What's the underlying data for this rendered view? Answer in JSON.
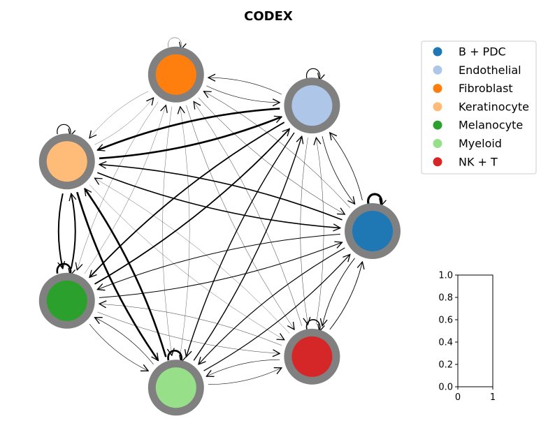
{
  "title": "CODEX",
  "nodes": [
    {
      "id": "b_pdc",
      "label": "B + PDC",
      "color": "#1f77b4"
    },
    {
      "id": "endothelial",
      "label": "Endothelial",
      "color": "#aec7e8"
    },
    {
      "id": "fibroblast",
      "label": "Fibroblast",
      "color": "#ff7f0e"
    },
    {
      "id": "keratinocyte",
      "label": "Keratinocyte",
      "color": "#ffbb78"
    },
    {
      "id": "melanocyte",
      "label": "Melanocyte",
      "color": "#2ca02c"
    },
    {
      "id": "myeloid",
      "label": "Myeloid",
      "color": "#98df8a"
    },
    {
      "id": "nk_t",
      "label": "NK + T",
      "color": "#d62728"
    }
  ],
  "ring_color": "#808080",
  "edges": [
    {
      "from": "keratinocyte",
      "to": "endothelial",
      "weight": 2.6
    },
    {
      "from": "endothelial",
      "to": "keratinocyte",
      "weight": 2.6
    },
    {
      "from": "keratinocyte",
      "to": "melanocyte",
      "weight": 2.0
    },
    {
      "from": "melanocyte",
      "to": "keratinocyte",
      "weight": 2.0
    },
    {
      "from": "keratinocyte",
      "to": "myeloid",
      "weight": 2.6
    },
    {
      "from": "myeloid",
      "to": "keratinocyte",
      "weight": 2.6
    },
    {
      "from": "keratinocyte",
      "to": "b_pdc",
      "weight": 1.6
    },
    {
      "from": "b_pdc",
      "to": "keratinocyte",
      "weight": 1.6
    },
    {
      "from": "endothelial",
      "to": "melanocyte",
      "weight": 1.8
    },
    {
      "from": "melanocyte",
      "to": "endothelial",
      "weight": 1.8
    },
    {
      "from": "endothelial",
      "to": "myeloid",
      "weight": 1.4
    },
    {
      "from": "myeloid",
      "to": "endothelial",
      "weight": 1.4
    },
    {
      "from": "endothelial",
      "to": "b_pdc",
      "weight": 0.8
    },
    {
      "from": "b_pdc",
      "to": "endothelial",
      "weight": 0.8
    },
    {
      "from": "endothelial",
      "to": "fibroblast",
      "weight": 0.6
    },
    {
      "from": "fibroblast",
      "to": "endothelial",
      "weight": 0.6
    },
    {
      "from": "endothelial",
      "to": "nk_t",
      "weight": 0.4
    },
    {
      "from": "nk_t",
      "to": "endothelial",
      "weight": 0.4
    },
    {
      "from": "melanocyte",
      "to": "b_pdc",
      "weight": 1.0
    },
    {
      "from": "b_pdc",
      "to": "melanocyte",
      "weight": 1.0
    },
    {
      "from": "melanocyte",
      "to": "myeloid",
      "weight": 0.6
    },
    {
      "from": "myeloid",
      "to": "melanocyte",
      "weight": 0.6
    },
    {
      "from": "melanocyte",
      "to": "nk_t",
      "weight": 0.4
    },
    {
      "from": "nk_t",
      "to": "melanocyte",
      "weight": 0.4
    },
    {
      "from": "myeloid",
      "to": "b_pdc",
      "weight": 1.2
    },
    {
      "from": "b_pdc",
      "to": "myeloid",
      "weight": 1.2
    },
    {
      "from": "myeloid",
      "to": "nk_t",
      "weight": 0.6
    },
    {
      "from": "nk_t",
      "to": "myeloid",
      "weight": 0.6
    },
    {
      "from": "nk_t",
      "to": "b_pdc",
      "weight": 0.9
    },
    {
      "from": "b_pdc",
      "to": "nk_t",
      "weight": 0.9
    },
    {
      "from": "fibroblast",
      "to": "keratinocyte",
      "weight": 0.3
    },
    {
      "from": "keratinocyte",
      "to": "fibroblast",
      "weight": 0.3
    },
    {
      "from": "fibroblast",
      "to": "melanocyte",
      "weight": 0.3
    },
    {
      "from": "melanocyte",
      "to": "fibroblast",
      "weight": 0.3
    },
    {
      "from": "fibroblast",
      "to": "myeloid",
      "weight": 0.3
    },
    {
      "from": "myeloid",
      "to": "fibroblast",
      "weight": 0.3
    },
    {
      "from": "fibroblast",
      "to": "nk_t",
      "weight": 0.4
    },
    {
      "from": "nk_t",
      "to": "fibroblast",
      "weight": 0.4
    },
    {
      "from": "fibroblast",
      "to": "b_pdc",
      "weight": 0.5
    },
    {
      "from": "b_pdc",
      "to": "fibroblast",
      "weight": 0.5
    },
    {
      "from": "keratinocyte",
      "to": "nk_t",
      "weight": 0.3
    },
    {
      "from": "nk_t",
      "to": "keratinocyte",
      "weight": 0.3
    }
  ],
  "self_loops": [
    {
      "node": "b_pdc",
      "weight": 3.2
    },
    {
      "node": "endothelial",
      "weight": 1.2
    },
    {
      "node": "fibroblast",
      "weight": 0.4
    },
    {
      "node": "keratinocyte",
      "weight": 1.2
    },
    {
      "node": "melanocyte",
      "weight": 2.6
    },
    {
      "node": "myeloid",
      "weight": 2.6
    },
    {
      "node": "nk_t",
      "weight": 1.6
    }
  ],
  "inset_axes": {
    "x_ticks": [
      "0",
      "1"
    ],
    "y_ticks": [
      "0.0",
      "0.2",
      "0.4",
      "0.6",
      "0.8",
      "1.0"
    ]
  }
}
